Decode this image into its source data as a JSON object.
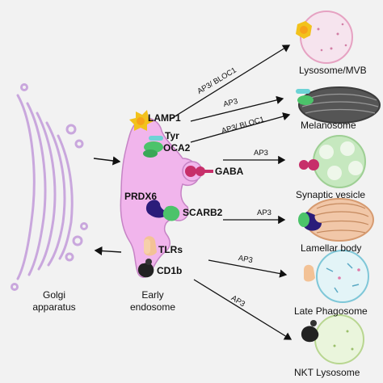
{
  "golgi": {
    "line1": "Golgi",
    "line2": "apparatus"
  },
  "endosome": {
    "line1": "Early",
    "line2": "endosome"
  },
  "proteins": {
    "lamp1": "LAMP1",
    "tyr": "Tyr",
    "oca2": "OCA2",
    "gaba": "GABA",
    "prdx6": "PRDX6",
    "scarb2": "SCARB2",
    "tlrs": "TLRs",
    "cd1b": "CD1b"
  },
  "pathways": [
    {
      "adaptor": "AP3/ BLOC1",
      "target": "Lysosome/MVB"
    },
    {
      "adaptor": "AP3",
      "target": "Melanosome"
    },
    {
      "adaptor": "AP3/ BLOC1",
      "target": ""
    },
    {
      "adaptor": "AP3",
      "target": "Synaptic vesicle"
    },
    {
      "adaptor": "AP3",
      "target": "Lamellar body"
    },
    {
      "adaptor": "AP3",
      "target": "Late Phagosome"
    },
    {
      "adaptor": "AP3",
      "target": "NKT Lysosome"
    }
  ],
  "colors": {
    "golgi": "#c9a7dd",
    "endosome": "#f1b5ec",
    "endosome_stroke": "#c683c5",
    "lamp1": "#f2c21c",
    "oca2": "#4cc36a",
    "tyr": "#6dd3d6",
    "gaba": "#c72f6a",
    "prdx6": "#2b1c7a",
    "scarb2": "#4cc36a",
    "tlrs": "#f3c296",
    "cd1b": "#222222"
  }
}
